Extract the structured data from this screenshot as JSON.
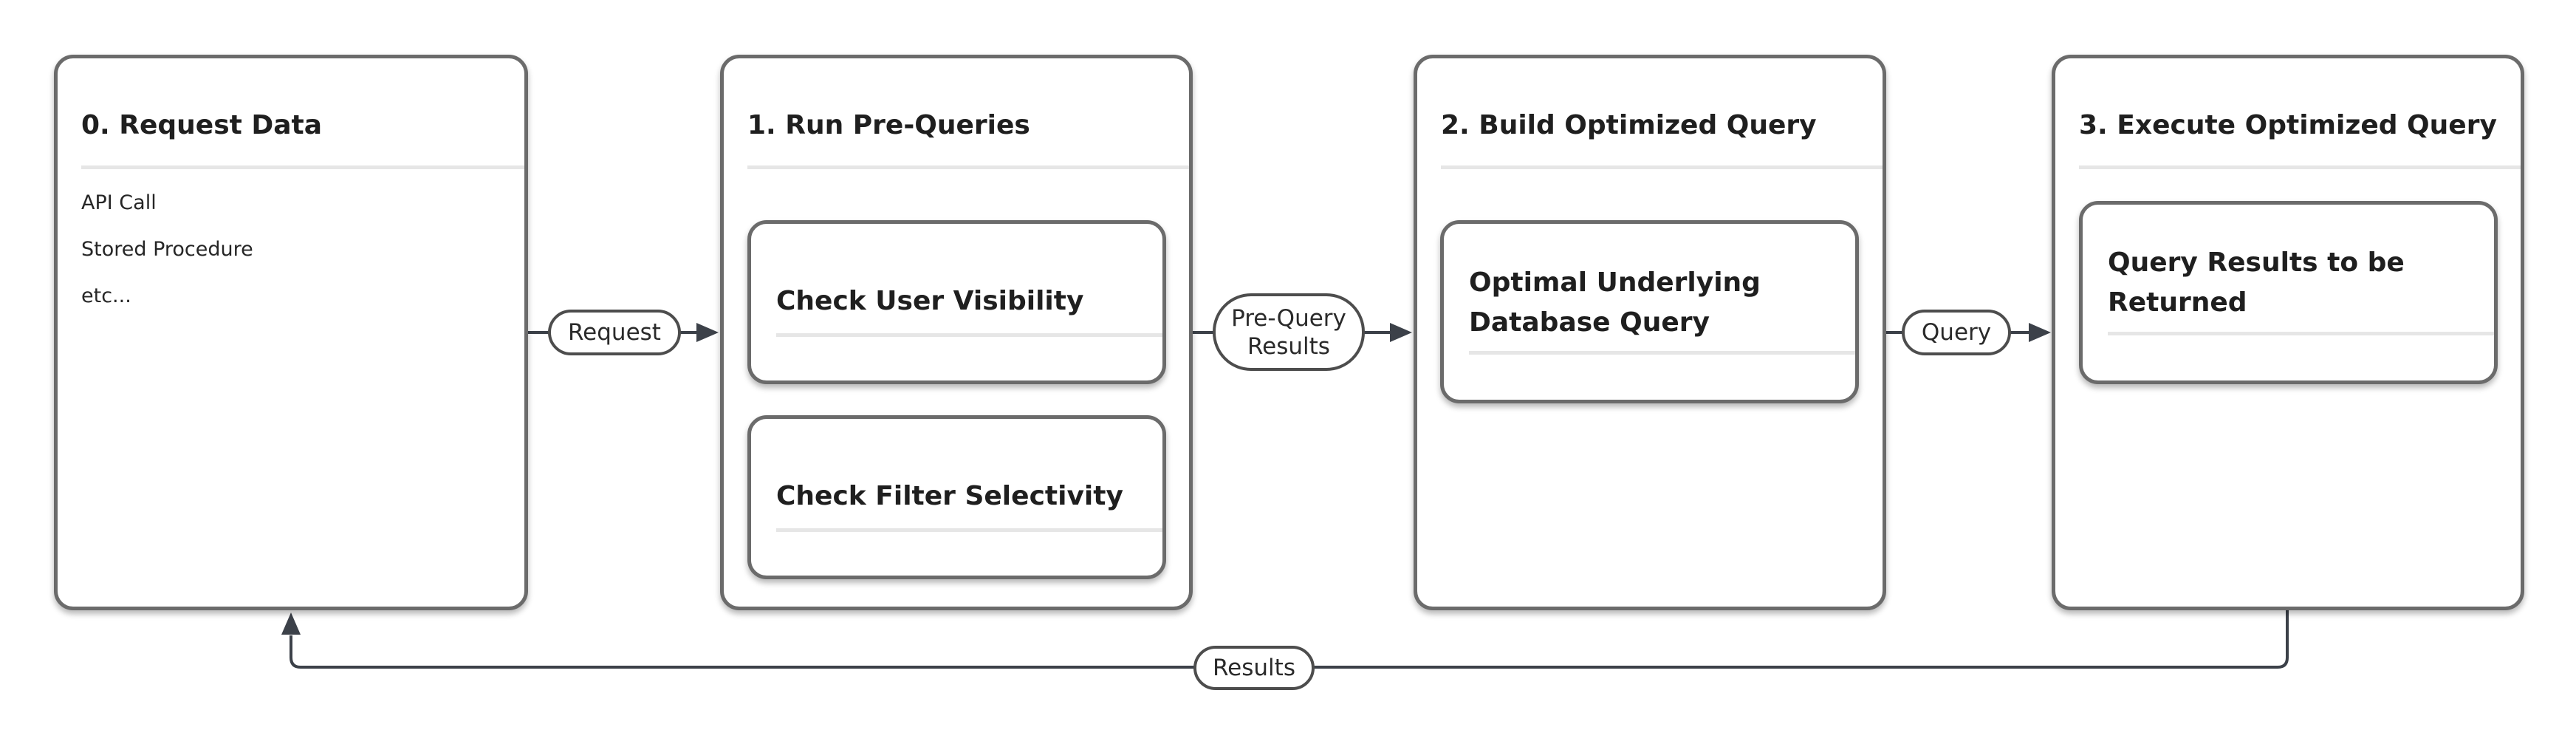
{
  "stages": [
    {
      "title": "0. Request Data",
      "items": [
        "API Call",
        "Stored Procedure",
        "etc..."
      ]
    },
    {
      "title": "1. Run Pre-Queries",
      "cards": [
        "Check User Visibility",
        "Check Filter Selectivity"
      ]
    },
    {
      "title": "2. Build Optimized Query",
      "cards": [
        "Optimal Underlying\nDatabase Query"
      ]
    },
    {
      "title": "3. Execute Optimized Query",
      "cards": [
        "Query Results to be\nReturned"
      ]
    }
  ],
  "connectors": {
    "request": "Request",
    "pre_query_results": "Pre-Query\nResults",
    "query": "Query",
    "results": "Results"
  },
  "colors": {
    "border": "#6b6b6b",
    "line": "#3c4149",
    "divider": "#e6e6e6"
  }
}
